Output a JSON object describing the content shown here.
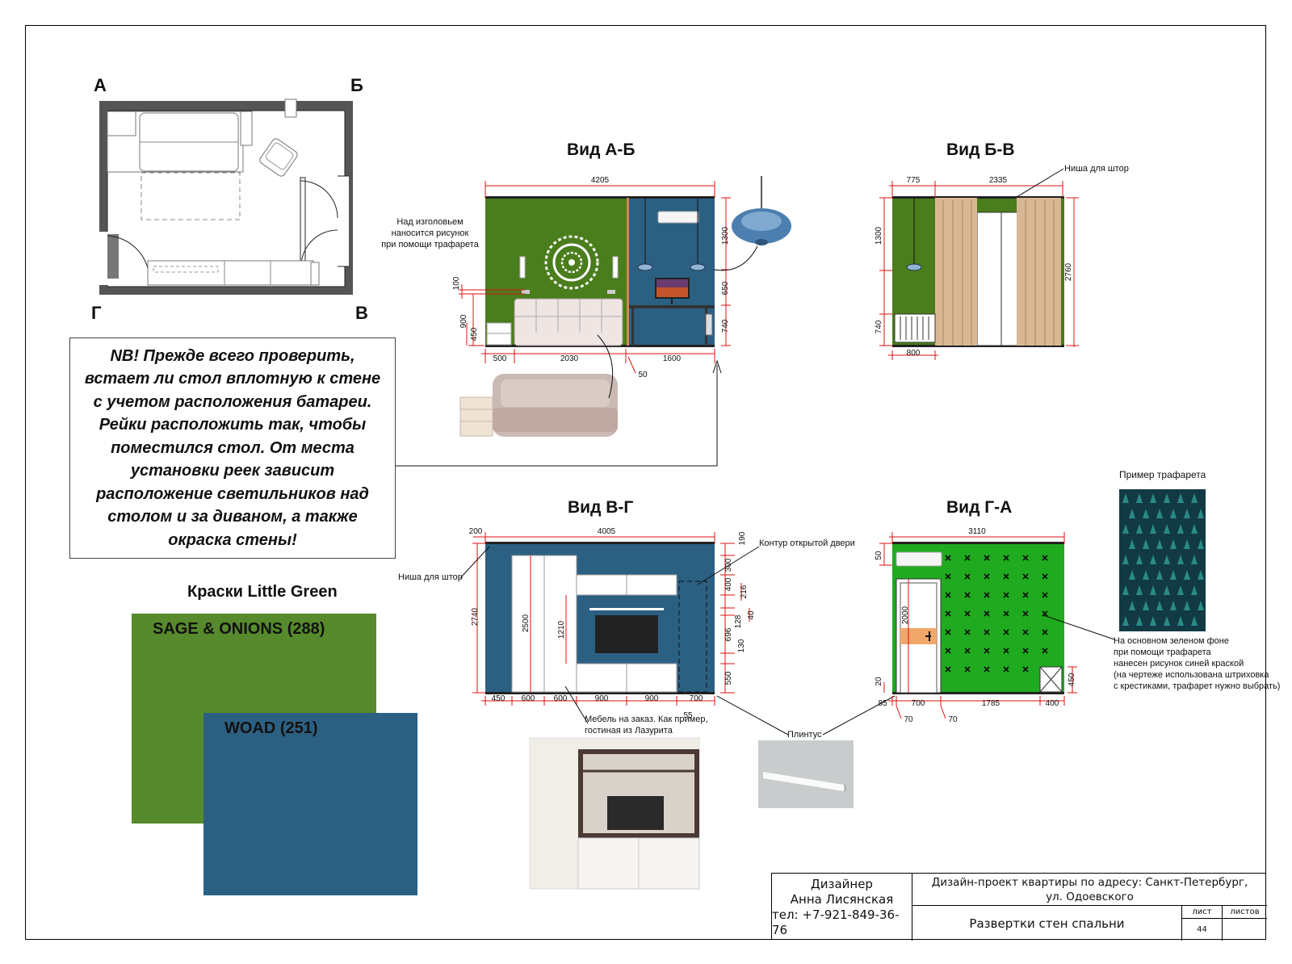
{
  "plan": {
    "corners": [
      "А",
      "Б",
      "В",
      "Г"
    ]
  },
  "views": {
    "ab": {
      "title": "Вид А-Б"
    },
    "bv": {
      "title": "Вид Б-В"
    },
    "vg": {
      "title": "Вид В-Г"
    },
    "ga": {
      "title": "Вид Г-А"
    }
  },
  "note": "NB! Прежде всего проверить,\nвстает ли стол вплотную к стене\nс учетом расположения батареи.\nРейки расположить так, чтобы\nпоместился стол. От места\nустановки реек зависит\nрасположение светильников над\nстолом и за диваном, а также\nокраска стены!",
  "paints": {
    "title": "Краски Little Green",
    "swatches": [
      {
        "name": "SAGE & ONIONS (288)",
        "color": "#568a2c"
      },
      {
        "name": "WOAD (251)",
        "color": "#2c6083"
      }
    ]
  },
  "annotations": {
    "stencil_above_sofa": [
      "Над изголовьем",
      "наносится рисунок",
      "при помощи трафарета"
    ],
    "curtain_niche_bv": "Ниша для штор",
    "curtain_niche_vg": "Ниша для штор",
    "open_door_contour": "Контур открытой двери",
    "custom_furniture": [
      "Мебель на заказ. Как пример,",
      "гостиная из Лазурита"
    ],
    "baseboard": "Плинтус",
    "stencil_example": "Пример трафарета",
    "green_wall_note": [
      "На основном зеленом фоне",
      "при помощи трафарета",
      "нанесен рисунок синей краской",
      "(на чертеже использована штриховка",
      "с крестиками, трафарет нужно выбрать)"
    ]
  },
  "dimensions": {
    "ab": {
      "total": "4205",
      "parts": [
        "500",
        "2030",
        "1600",
        "50"
      ],
      "vert": [
        "1300",
        "650",
        "740",
        "100",
        "900",
        "450"
      ]
    },
    "bv": {
      "parts": [
        "775",
        "2335",
        "800"
      ],
      "vert": [
        "1300",
        "740",
        "2760"
      ]
    },
    "vg": {
      "total": "4005",
      "left": "200",
      "parts": [
        "450",
        "600",
        "600",
        "900",
        "900",
        "700",
        "55"
      ],
      "vert": [
        "2740",
        "2500",
        "1210",
        "190",
        "300",
        "400",
        "216",
        "128",
        "40",
        "696",
        "130",
        "550"
      ]
    },
    "ga": {
      "total": "3110",
      "parts": [
        "85",
        "700",
        "1785",
        "400",
        "70",
        "70"
      ],
      "vert": [
        "50",
        "2000",
        "20",
        "450"
      ]
    }
  },
  "stamp": {
    "designer_label": "Дизайнер",
    "designer_name": "Анна Лисянская",
    "phone": "тел: +7-921-849-36-76",
    "project_line1": "Дизайн-проект квартиры по адресу: Санкт-Петербург,",
    "project_line2": "ул. Одоевского",
    "sheet_title": "Развертки стен спальни",
    "sheet_label": "лист",
    "sheets_label": "листов",
    "sheet_number": "44"
  },
  "colors": {
    "green": "#4a7d1c",
    "blue": "#2c6083",
    "bright_green": "#1faa1f",
    "dimension_red": "#e01010"
  }
}
